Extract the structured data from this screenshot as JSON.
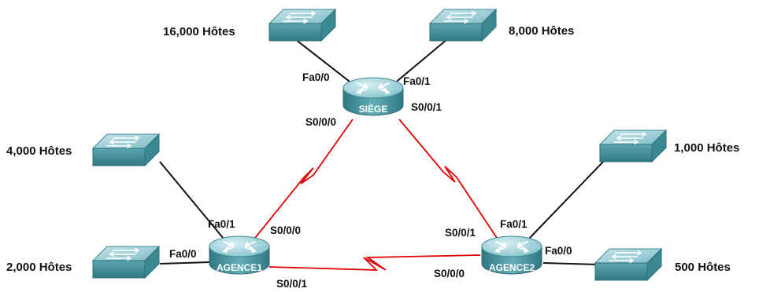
{
  "colors": {
    "ethernet_link": "#111111",
    "serial_link": "#e00000",
    "device_top": "#9ecfd6",
    "device_side": "#4f9aa6"
  },
  "routers": {
    "siege": {
      "name": "SIÈGE"
    },
    "agence1": {
      "name": "AGENCE1"
    },
    "agence2": {
      "name": "AGENCE2"
    }
  },
  "hosts": {
    "siege_lan1": "16,000 Hôtes",
    "siege_lan2": "8,000 Hôtes",
    "agence1_lan1": "4,000 Hôtes",
    "agence1_lan2": "2,000 Hôtes",
    "agence2_lan1": "1,000 Hôtes",
    "agence2_lan2": "500 Hôtes"
  },
  "ports": {
    "siege_fa00": "Fa0/0",
    "siege_fa01": "Fa0/1",
    "siege_s000": "S0/0/0",
    "siege_s001": "S0/0/1",
    "agence1_fa00": "Fa0/0",
    "agence1_fa01": "Fa0/1",
    "agence1_s000": "S0/0/0",
    "agence1_s001": "S0/0/1",
    "agence2_fa00": "Fa0/0",
    "agence2_fa01": "Fa0/1",
    "agence2_s000": "S0/0/0",
    "agence2_s001": "S0/0/1"
  },
  "icons": {
    "router": "router-icon",
    "switch": "switch-icon",
    "serial": "serial-zigzag-icon"
  }
}
